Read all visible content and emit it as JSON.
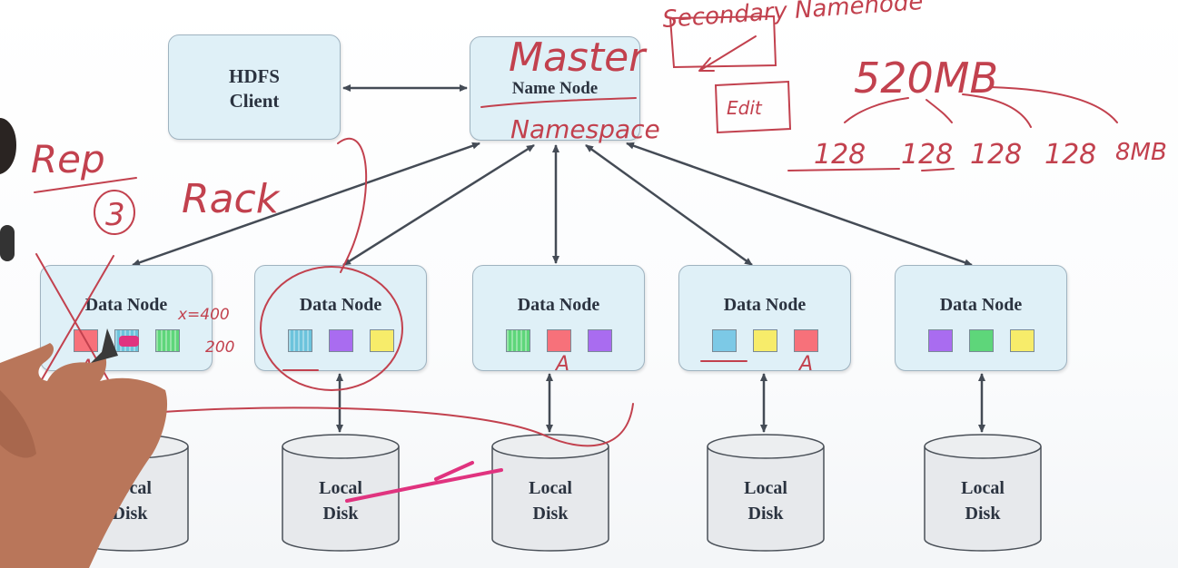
{
  "hdfs_client": {
    "line1": "HDFS",
    "line2": "Client"
  },
  "name_node": {
    "label": "Name Node"
  },
  "colors": {
    "box_fill": "#dff0f7",
    "arrow": "#444b55",
    "ink_red": "#c2414e",
    "ink_pink": "#e0337f"
  },
  "data_nodes": [
    {
      "label": "Data Node",
      "blocks": [
        {
          "color": "#f7717a"
        },
        {
          "color": "#6cc3dc",
          "striped": true
        },
        {
          "color": "#5ed67a",
          "striped": true
        }
      ]
    },
    {
      "label": "Data Node",
      "blocks": [
        {
          "color": "#6cc3dc",
          "striped": true
        },
        {
          "color": "#a96cf0"
        },
        {
          "color": "#f7ec6a"
        }
      ]
    },
    {
      "label": "Data Node",
      "blocks": [
        {
          "color": "#5ed67a",
          "striped": true
        },
        {
          "color": "#f7717a"
        },
        {
          "color": "#a96cf0"
        }
      ]
    },
    {
      "label": "Data Node",
      "blocks": [
        {
          "color": "#7cc9e6"
        },
        {
          "color": "#f7ec6a"
        },
        {
          "color": "#f7717a"
        }
      ]
    },
    {
      "label": "Data Node",
      "blocks": [
        {
          "color": "#a96cf0"
        },
        {
          "color": "#5ed67a"
        },
        {
          "color": "#f7ec6a"
        }
      ]
    }
  ],
  "local_disks": [
    {
      "line1": "Local",
      "line2": "Disk"
    },
    {
      "line1": "Local",
      "line2": "Disk"
    },
    {
      "line1": "Local",
      "line2": "Disk"
    },
    {
      "line1": "Local",
      "line2": "Disk"
    },
    {
      "line1": "Local",
      "line2": "Disk"
    }
  ],
  "handwriting": {
    "master": "Master",
    "secondary_namenode": "Secondary Namenode",
    "namespace": "Namespace",
    "edit": "Edit",
    "total_size": "520MB",
    "splits": [
      "128",
      "128",
      "128",
      "128",
      "8MB"
    ],
    "rep": "Rep",
    "rep_factor": "3",
    "rack": "Rack",
    "block_marks": [
      "A",
      "A",
      "A"
    ],
    "side_note_1": "x=400",
    "side_note_2": "200"
  }
}
